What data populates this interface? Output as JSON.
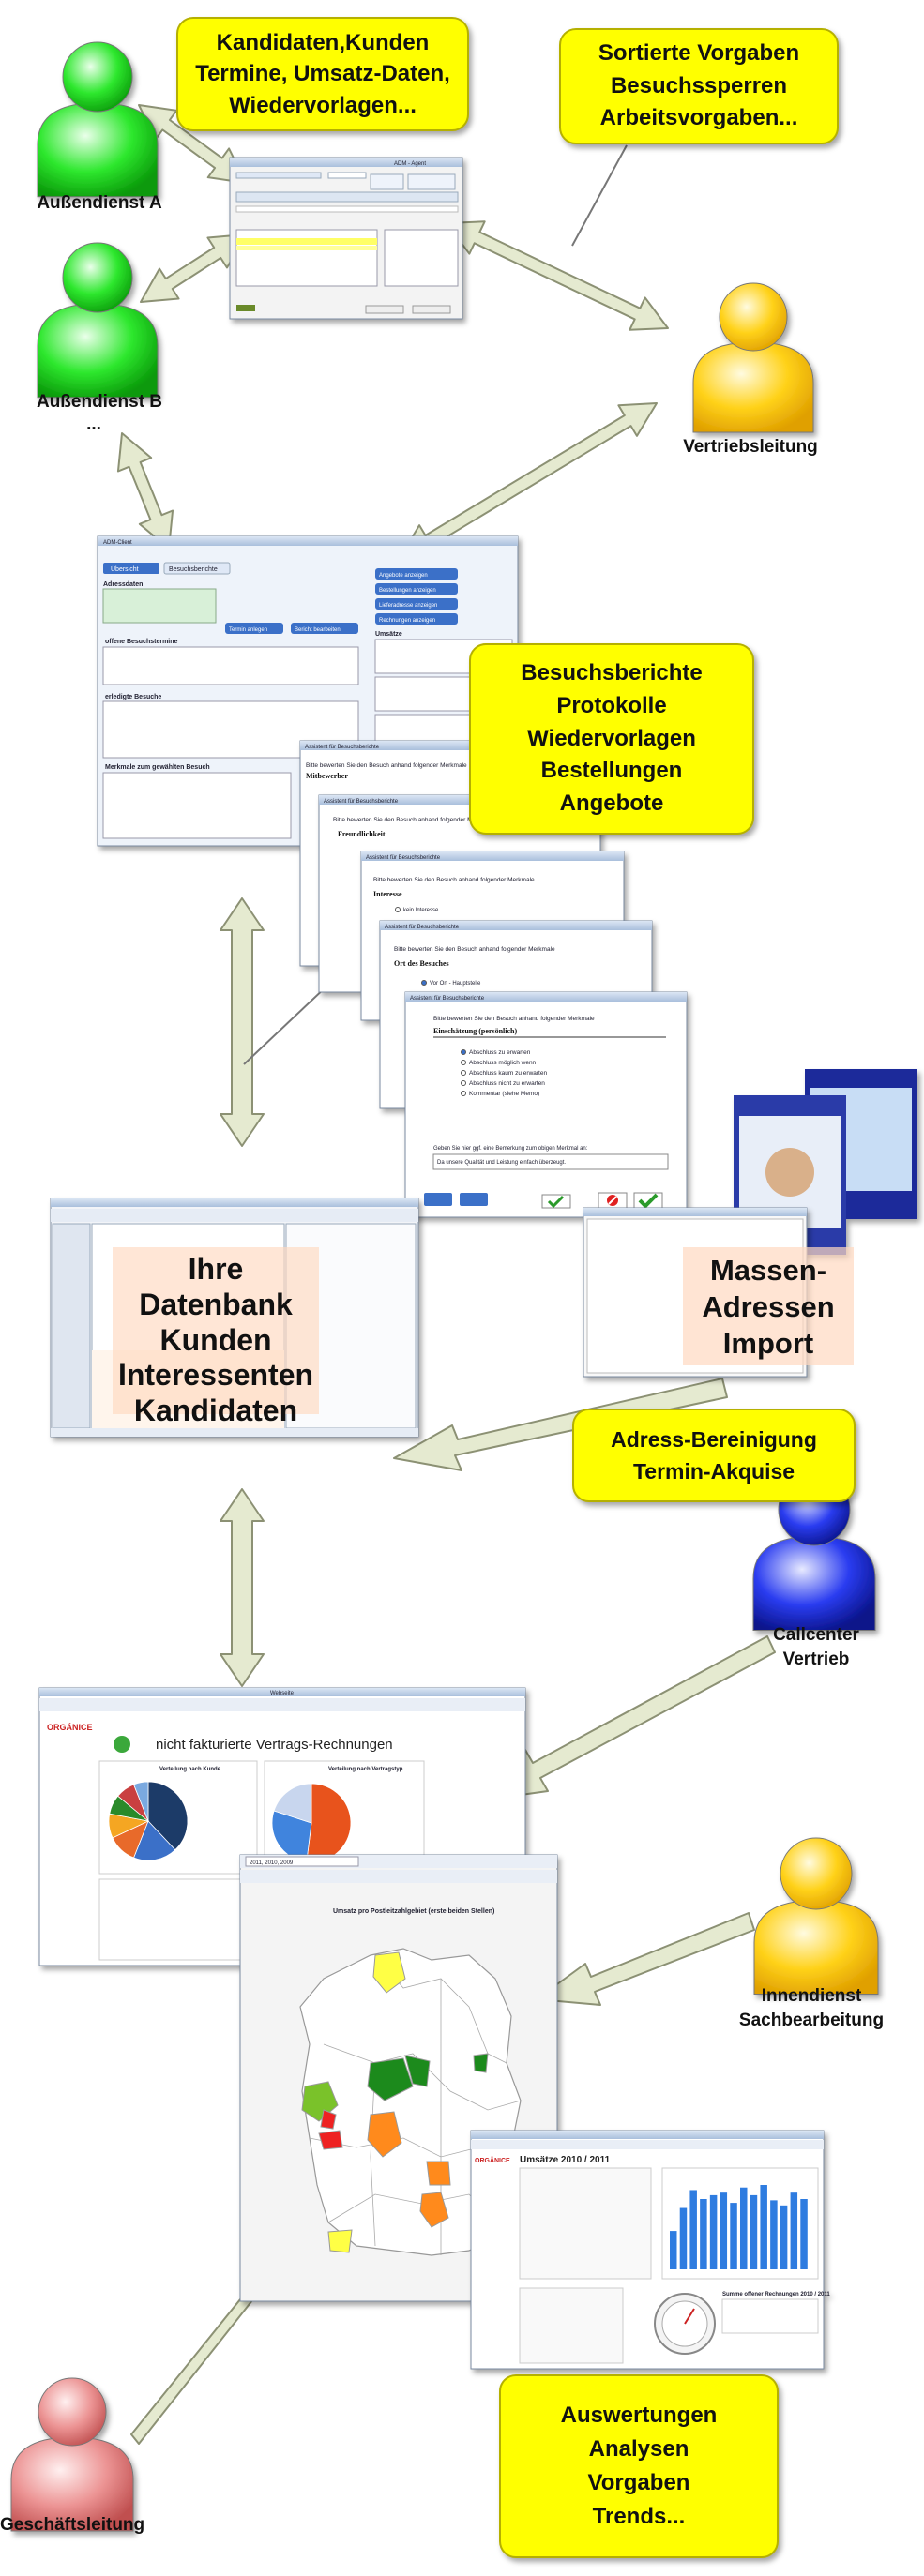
{
  "people": [
    {
      "id": "aussendienst-a",
      "label": "Außendienst A",
      "color": "#22dd22"
    },
    {
      "id": "aussendienst-b",
      "label": "Außendienst B",
      "extra": "...",
      "color": "#22dd22"
    },
    {
      "id": "vertriebsleitung",
      "label": "Vertriebsleitung",
      "color": "#ffcc00"
    },
    {
      "id": "callcenter",
      "label": "Callcenter",
      "label2": "Vertrieb",
      "color": "#2233ee"
    },
    {
      "id": "innendienst",
      "label": "Innendienst",
      "label2": "Sachbearbeitung",
      "color": "#ffcc00"
    },
    {
      "id": "geschaeftsleitung",
      "label": "Geschäftsleitung",
      "color": "#e88888"
    }
  ],
  "callouts": {
    "kandidaten": [
      "Kandidaten,Kunden",
      "Termine, Umsatz-Daten,",
      "Wiedervorlagen..."
    ],
    "sortierte": [
      "Sortierte Vorgaben",
      "Besuchssperren",
      "Arbeitsvorgaben..."
    ],
    "besuchsberichte": [
      "Besuchsberichte",
      "Protokolle",
      "Wiedervorlagen",
      "Bestellungen",
      "Angebote"
    ],
    "adress": [
      "Adress-Bereinigung",
      "Termin-Akquise"
    ],
    "auswertungen": [
      "Auswertungen",
      "Analysen",
      "Vorgaben",
      "Trends..."
    ]
  },
  "database_overlay": [
    "Ihre",
    "Datenbank",
    "Kunden",
    "Interessenten",
    "Kandidaten"
  ],
  "import_overlay": [
    "Massen-",
    "Adressen",
    "Import"
  ],
  "screens": {
    "adm_agent": {
      "title": "ADM - Agent"
    },
    "adm_client": {
      "title": "ADM-Client",
      "tab1": "Übersicht",
      "tab2": "Besuchsberichte",
      "address_header": "Adressdaten",
      "open_visits": "offene Besuchstermine",
      "done_visits": "erledigte Besuche",
      "features_header": "Merkmale zum gewählten Besuch",
      "button_create": "Termin anlegen",
      "button_edit": "Bericht bearbeiten",
      "side_buttons": [
        "Angebote anzeigen",
        "Bestellungen anzeigen",
        "Lieferadresse anzeigen",
        "Rechnungen anzeigen"
      ],
      "umsatz": "Umsätze",
      "wizard_title": "Assistent für Besuchsberichte"
    },
    "wizard_questions": [
      {
        "prompt": "Bitte bewerten Sie den Besuch anhand folgender Merkmale",
        "heading": "Mitbewerber"
      },
      {
        "prompt": "Bitte bewerten Sie den Besuch anhand folgender Merkmale",
        "heading": "Freundlichkeit"
      },
      {
        "prompt": "Bitte bewerten Sie den Besuch anhand folgender Merkmale",
        "heading": "Interesse",
        "option": "kein Interesse"
      },
      {
        "prompt": "Bitte bewerten Sie den Besuch anhand folgender Merkmale",
        "heading": "Ort des Besuches",
        "option": "Vor Ort - Hauptstelle"
      },
      {
        "prompt": "Bitte bewerten Sie den Besuch anhand folgender Merkmale",
        "heading": "Einschätzung (persönlich)",
        "options": [
          "Abschluss zu erwarten",
          "Abschluss möglich wenn",
          "Abschluss kaum zu erwarten",
          "Abschluss nicht zu erwarten",
          "Kommentar (siehe Memo)"
        ],
        "comment_prompt": "Geben Sie hier ggf. eine Bemerkung zum obigen Merkmal an:",
        "comment": "Da unsere Qualität und Leistung einfach überzeugt."
      }
    ],
    "webseite": {
      "title": "Webseite",
      "heading": "nicht fakturierte Vertrags-Rechnungen",
      "pie1": "Verteilung nach Kunde",
      "pie2": "Verteilung nach Vertragstyp"
    },
    "map": {
      "title": "Umsatz pro Postleitzahlgebiet (erste beiden Stellen)",
      "range": "2011, 2010, 2009"
    },
    "umsatz": {
      "title": "Umsätze 2010 / 2011",
      "sum_title": "Summe offener Rechnungen 2010 / 2011"
    }
  },
  "pie1_values": [
    38,
    18,
    12,
    10,
    8,
    8,
    6
  ],
  "pie1_colors": [
    "#1f3a68",
    "#3a6fc8",
    "#e86a2c",
    "#f5a623",
    "#2a8a2a",
    "#c94040",
    "#7aa9e0"
  ],
  "pie2_values": [
    52,
    28,
    20
  ],
  "pie2_colors": [
    "#e8521e",
    "#3f84dd",
    "#c8d6ee"
  ],
  "bar_values": [
    30,
    48,
    62,
    55,
    58,
    60,
    52,
    64,
    58,
    66,
    54,
    50,
    60,
    55
  ],
  "colors": {
    "callout_fill": "#ffff00",
    "arrow_fill": "#e5ead0",
    "arrow_stroke": "#8c9174"
  }
}
